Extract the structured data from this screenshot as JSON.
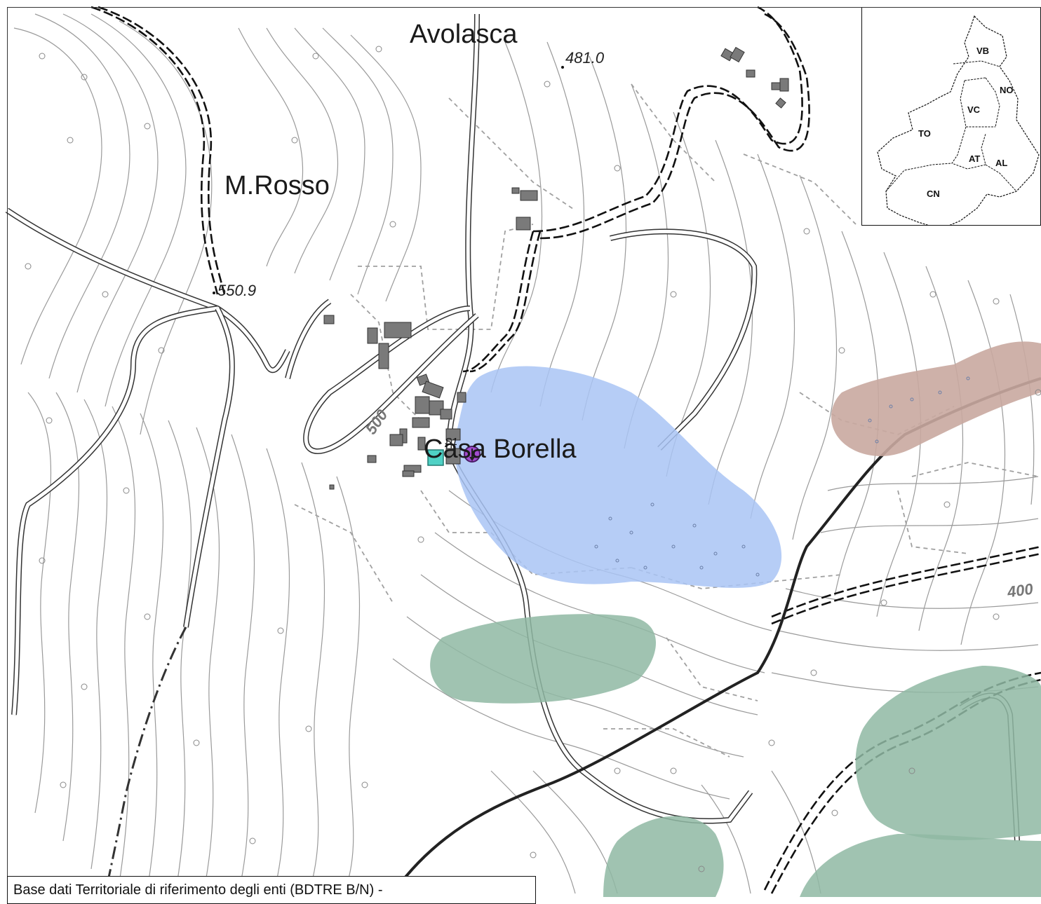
{
  "labels": {
    "avolasca": "Avolasca",
    "monte_rosso": "M.Rosso",
    "casa_borella": "Casa Borella",
    "elev_481": "481.0",
    "elev_550": "550.9",
    "contour_500": "500",
    "contour_400": "400",
    "site_s1": "S1"
  },
  "inset": {
    "provinces": [
      "VB",
      "NO",
      "VC",
      "TO",
      "AT",
      "AL",
      "CN"
    ]
  },
  "attribution": "Base dati Territoriale di riferimento degli enti (BDTRE B/N) -",
  "colors": {
    "landslide_blue": "#a9c4f5",
    "landslide_green": "#8fb9a3",
    "landslide_brown": "#c9a8a0",
    "site_square": "#4fd1c5",
    "marker_purple": "#a24ccf"
  },
  "icons": [
    "point-marker-icon",
    "site-square-icon"
  ]
}
